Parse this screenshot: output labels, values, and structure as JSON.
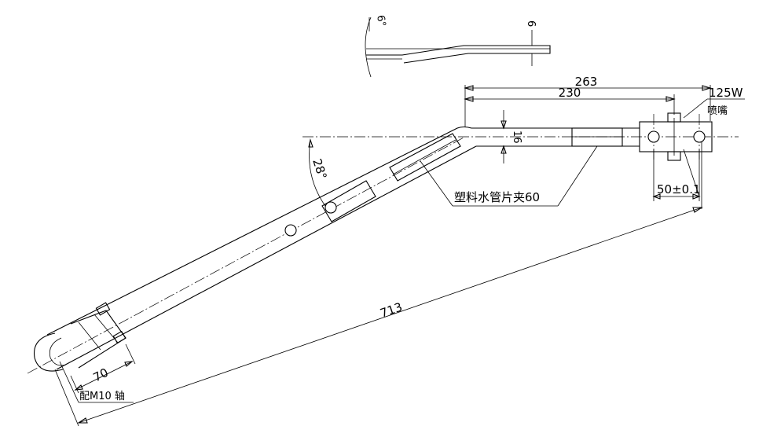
{
  "dimensions": {
    "overall_length": "713",
    "dim_263": "263",
    "dim_230": "230",
    "dim_16": "16",
    "dim_50": "50±0.1",
    "dim_70": "70",
    "angle_main": "28°",
    "angle_small": "6°",
    "dim_6": "6"
  },
  "labels": {
    "nozzle_code": "125W",
    "nozzle_name": "喷嘴",
    "clamp": "塑料水管片夹60",
    "shaft": "配M10 轴"
  }
}
